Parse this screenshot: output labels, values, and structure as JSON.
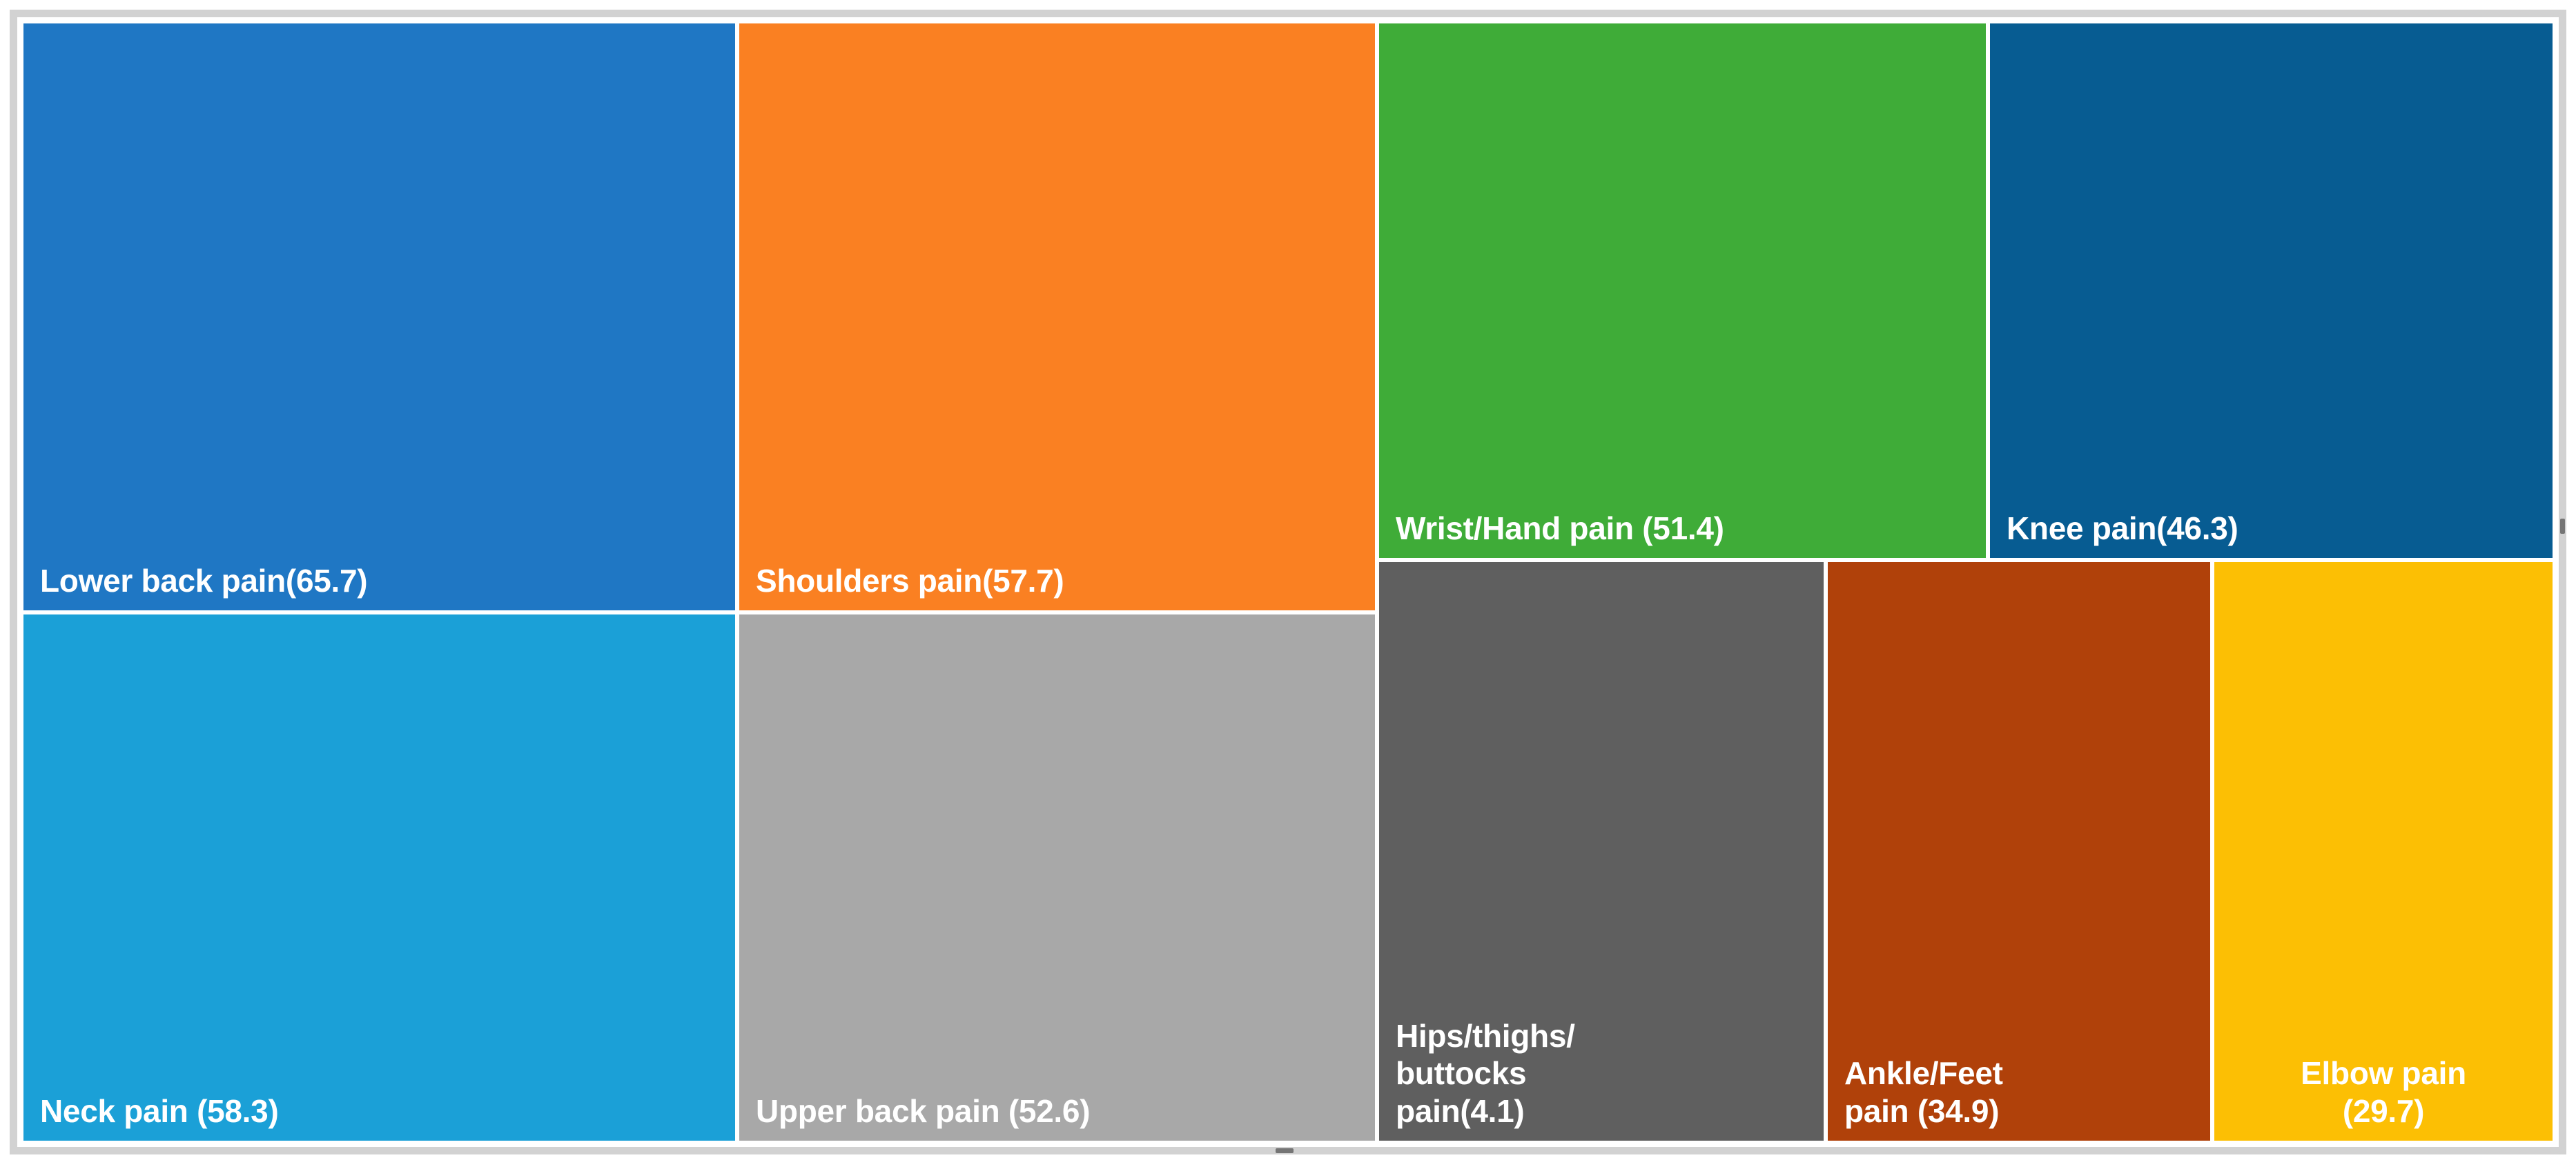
{
  "chart_data": {
    "type": "treemap",
    "title": "",
    "subtitle": "",
    "xlabel": "",
    "ylabel": "",
    "value_unit": "percent",
    "legend": "none",
    "grid": false,
    "categories": [
      "Lower back pain",
      "Neck pain",
      "Shoulders pain",
      "Upper back pain",
      "Wrist/Hand pain",
      "Hips/thighs/buttocks pain",
      "Knee pain",
      "Ankle/Feet pain",
      "Elbow pain"
    ],
    "values": [
      65.7,
      58.3,
      57.7,
      52.6,
      51.4,
      4.1,
      46.3,
      34.9,
      29.7
    ],
    "tiles": [
      {
        "name": "lower-back-pain",
        "label": "Lower back pain(65.7)",
        "value": 65.7,
        "color": "#1f77c4",
        "align": "left",
        "vertical": "bottom"
      },
      {
        "name": "neck-pain",
        "label": "Neck pain (58.3)",
        "value": 58.3,
        "color": "#1ba0d7",
        "align": "left",
        "vertical": "bottom"
      },
      {
        "name": "shoulders-pain",
        "label": "Shoulders pain(57.7)",
        "value": 57.7,
        "color": "#fa8022",
        "align": "left",
        "vertical": "bottom"
      },
      {
        "name": "upper-back-pain",
        "label": "Upper back pain (52.6)",
        "value": 52.6,
        "color": "#a8a8a8",
        "align": "left",
        "vertical": "bottom"
      },
      {
        "name": "wrist-hand-pain",
        "label": "Wrist/Hand pain (51.4)",
        "value": 51.4,
        "color": "#3fac38",
        "align": "left",
        "vertical": "bottom"
      },
      {
        "name": "hips-thighs-buttocks-pain",
        "label": "Hips/thighs/\nbuttocks\npain(4.1)",
        "value": 4.1,
        "color": "#5f5f5f",
        "align": "left",
        "vertical": "bottom"
      },
      {
        "name": "knee-pain",
        "label": "Knee pain(46.3)",
        "value": 46.3,
        "color": "#075c92",
        "align": "left",
        "vertical": "bottom"
      },
      {
        "name": "ankle-feet-pain",
        "label": "Ankle/Feet\npain (34.9)",
        "value": 34.9,
        "color": "#b0410a",
        "align": "left",
        "vertical": "bottom"
      },
      {
        "name": "elbow-pain",
        "label": "Elbow pain\n(29.7)",
        "value": 29.7,
        "color": "#fcbf04",
        "align": "center",
        "vertical": "bottom"
      }
    ]
  },
  "frame": {
    "border_color": "#d2d2d2",
    "background": "#ffffff",
    "handle_color": "#757575"
  }
}
